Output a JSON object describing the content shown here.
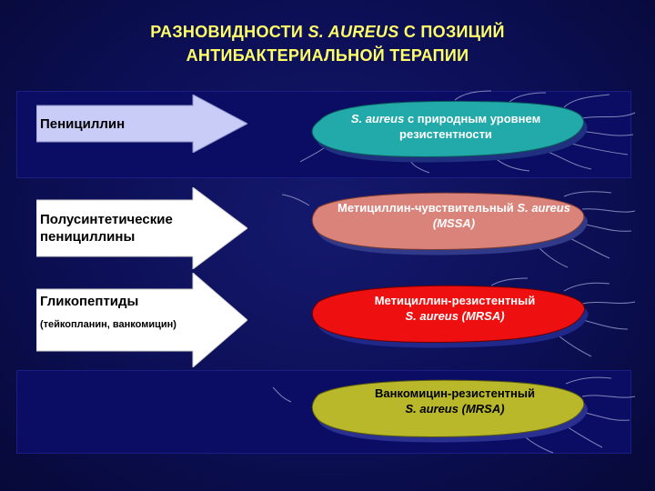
{
  "title": {
    "line1_prefix": "РАЗНОВИДНОСТИ ",
    "line1_italic": "S. AUREUS",
    "line1_suffix": " С ПОЗИЦИЙ",
    "line2": "АНТИБАКТЕРИАЛЬНОЙ ТЕРАПИИ"
  },
  "arrows": [
    {
      "label": "Пенициллин",
      "sub": ""
    },
    {
      "label": "Полусинтетические пенициллины",
      "sub": ""
    },
    {
      "label": "Гликопептиды",
      "sub": "(тейкопланин, ванкомицин)"
    }
  ],
  "bacteria": [
    {
      "italic": "S. aureus",
      "rest": " с природным уровнем резистентности",
      "color": "#22a9a9"
    },
    {
      "text": "Метициллин-чувствительный",
      "italic": "S. aureus",
      "suffix": "(MSSA)",
      "color": "#d9837a"
    },
    {
      "text": "Метициллин-резистентный",
      "italic": "S. aureus",
      "suffix": "(MRSA)",
      "color": "#ee1010"
    },
    {
      "text": "Ванкомицин-резистентный",
      "italic": "S. aureus",
      "suffix": "(MRSA)",
      "color": "#b8b82a"
    }
  ],
  "colors": {
    "background": "#0c0f55",
    "band": "#0a0d63",
    "title": "#ffff66",
    "arrow_fill_1": "#c8ccf6",
    "arrow_fill_2": "#ffffff"
  }
}
